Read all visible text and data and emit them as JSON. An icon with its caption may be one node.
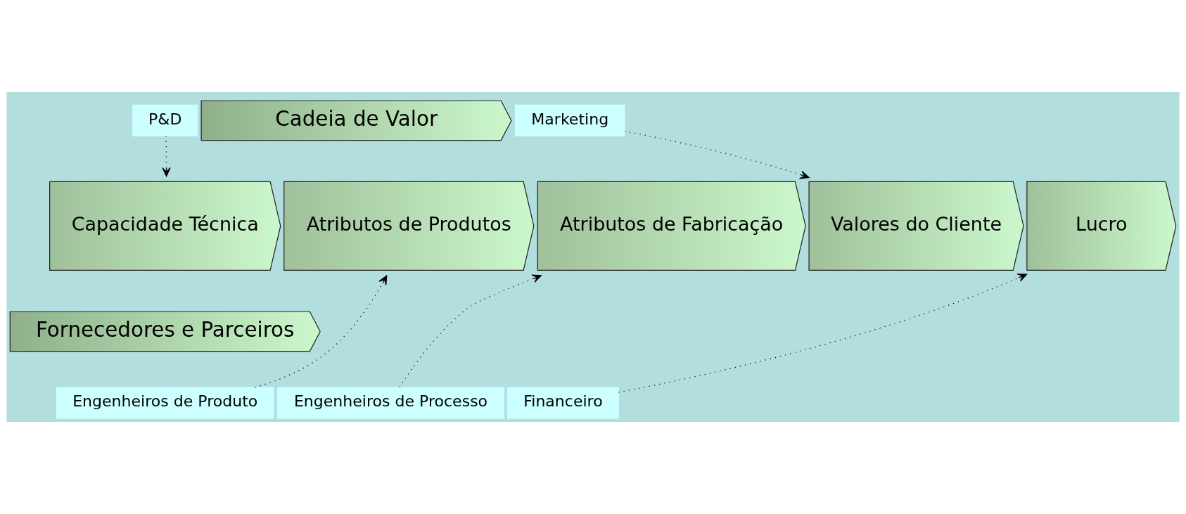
{
  "diagram": {
    "nodes": [
      {
        "text": [
          "P&D"
        ]
      },
      {
        "text": [
          "Cadeia de Valor"
        ]
      },
      {
        "text": [
          "Marketing"
        ]
      },
      {
        "text": [
          "Capacidade Técnica"
        ]
      },
      {
        "text": [
          "Atributos de Produtos"
        ]
      },
      {
        "text": [
          "Atributos de Fabricação"
        ]
      },
      {
        "text": [
          "Valores do Cliente"
        ]
      },
      {
        "text": [
          "Lucro"
        ]
      },
      {
        "text": [
          "Fornecedores e Parceiros"
        ]
      },
      {
        "text": [
          "Engenheiros de Produto"
        ]
      },
      {
        "text": [
          "Engenheiros de Processo"
        ]
      },
      {
        "text": [
          "Financeiro"
        ]
      }
    ],
    "edges": [
      {
        "from": 0,
        "to": 3,
        "arrow": "to",
        "style": "dashed"
      },
      {
        "from": 2,
        "to": 6,
        "arrow": "to",
        "style": "dashed"
      },
      {
        "from": 9,
        "to": 4,
        "arrow": "to",
        "style": "dashed"
      },
      {
        "from": 10,
        "to": 5,
        "arrow": "to",
        "style": "dashed"
      },
      {
        "from": 11,
        "to": 7,
        "arrow": "to",
        "style": "dashed"
      }
    ]
  }
}
